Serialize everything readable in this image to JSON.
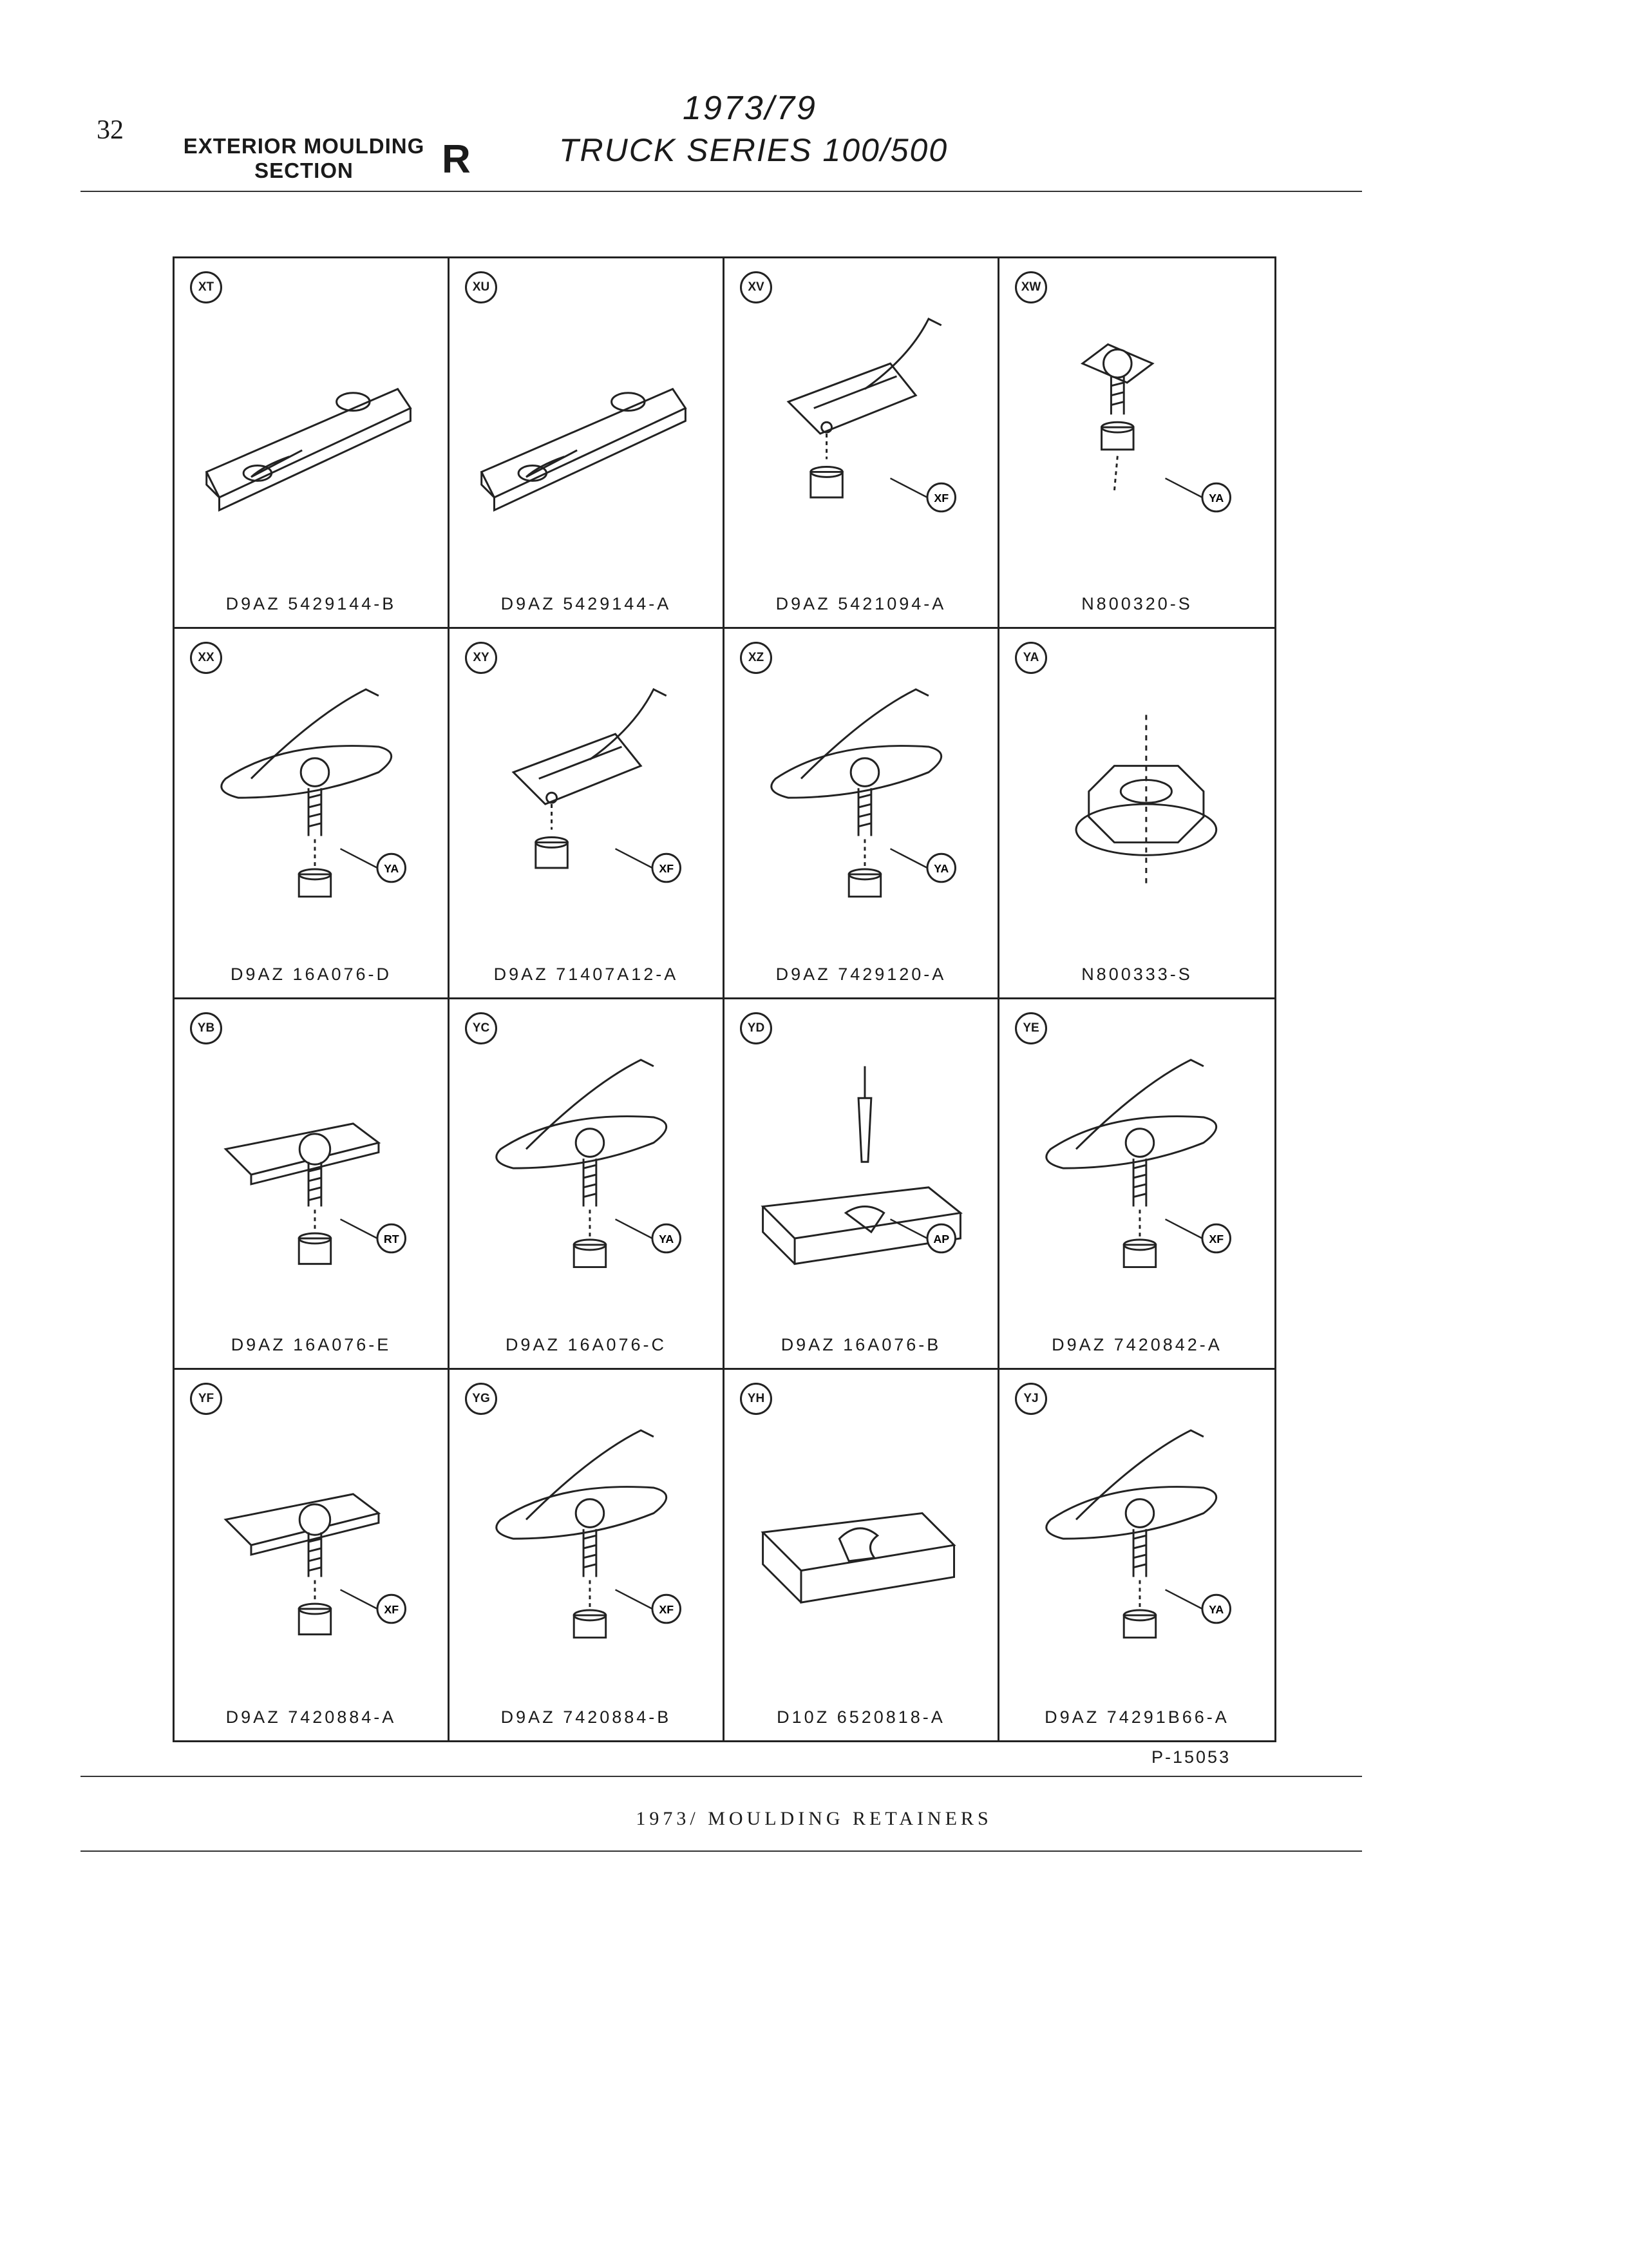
{
  "header": {
    "page_number": "32",
    "section_title": "EXTERIOR MOULDING SECTION",
    "section_letter": "R",
    "year_range": "1973/79",
    "series": "TRUCK SERIES 100/500"
  },
  "cells": [
    {
      "ref": "XT",
      "part": "D9AZ 5429144-B",
      "art": "clip",
      "callouts": []
    },
    {
      "ref": "XU",
      "part": "D9AZ 5429144-A",
      "art": "clip",
      "callouts": []
    },
    {
      "ref": "XV",
      "part": "D9AZ 5421094-A",
      "art": "wire-nut",
      "callouts": [
        "XF"
      ]
    },
    {
      "ref": "XW",
      "part": "N800320-S",
      "art": "stud-nut",
      "callouts": [
        "YA"
      ]
    },
    {
      "ref": "XX",
      "part": "D9AZ 16A076-D",
      "art": "wire-stud",
      "callouts": [
        "YA"
      ]
    },
    {
      "ref": "XY",
      "part": "D9AZ 71407A12-A",
      "art": "wire-nut",
      "callouts": [
        "XF"
      ]
    },
    {
      "ref": "XZ",
      "part": "D9AZ 7429120-A",
      "art": "wire-stud",
      "callouts": [
        "YA"
      ]
    },
    {
      "ref": "YA",
      "part": "N800333-S",
      "art": "nut",
      "callouts": []
    },
    {
      "ref": "YB",
      "part": "D9AZ 16A076-E",
      "art": "plate-stud",
      "callouts": [
        "RT"
      ]
    },
    {
      "ref": "YC",
      "part": "D9AZ 16A076-C",
      "art": "wire-stud",
      "callouts": [
        "YA"
      ]
    },
    {
      "ref": "YD",
      "part": "D9AZ 16A076-B",
      "art": "rivet-base",
      "callouts": [
        "AP"
      ]
    },
    {
      "ref": "YE",
      "part": "D9AZ 7420842-A",
      "art": "wire-stud",
      "callouts": [
        "XF"
      ]
    },
    {
      "ref": "YF",
      "part": "D9AZ 7420884-A",
      "art": "plate-stud",
      "callouts": [
        "XF"
      ]
    },
    {
      "ref": "YG",
      "part": "D9AZ 7420884-B",
      "art": "wire-stud",
      "callouts": [
        "XF"
      ]
    },
    {
      "ref": "YH",
      "part": "D10Z 6520818-A",
      "art": "base",
      "callouts": []
    },
    {
      "ref": "YJ",
      "part": "D9AZ 74291B66-A",
      "art": "wire-stud",
      "callouts": [
        "YA"
      ]
    }
  ],
  "footer": {
    "plate_code": "P-15053",
    "caption": "1973/ MOULDING RETAINERS"
  }
}
